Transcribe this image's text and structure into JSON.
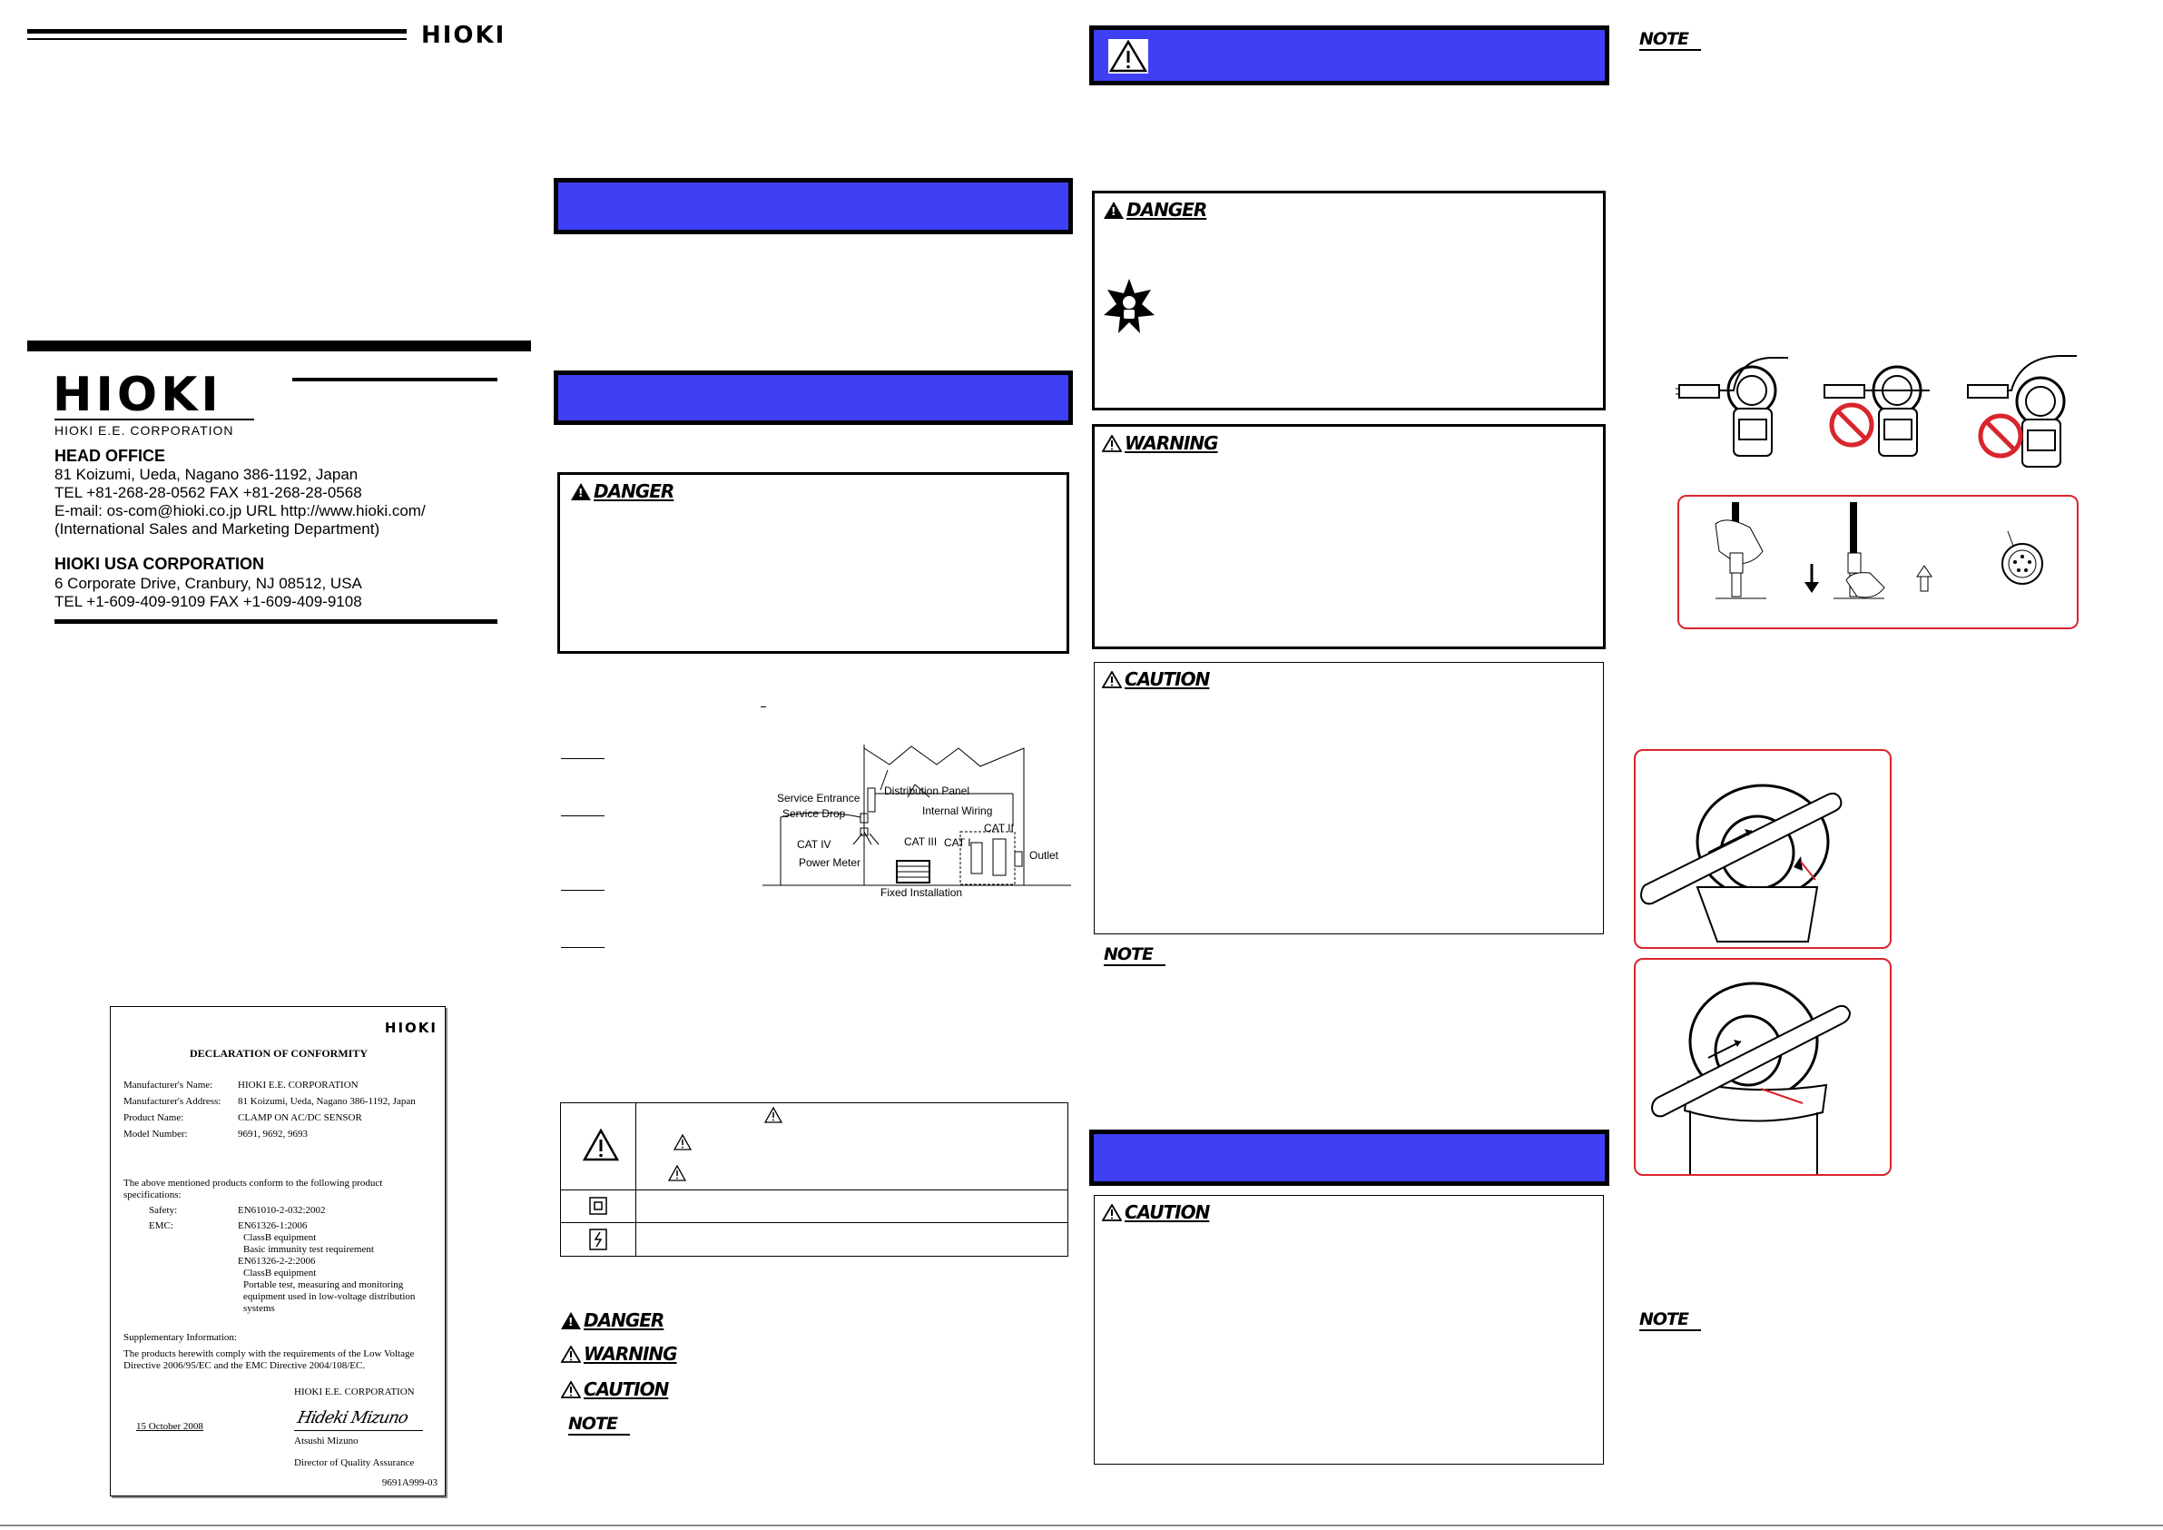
{
  "cover": {
    "logo_small": "HIOKI",
    "logo_large": "HIOKI",
    "corp_name": "HIOKI E.E. CORPORATION",
    "head_office_title": "HEAD OFFICE",
    "head_office_lines": [
      "81 Koizumi, Ueda, Nagano 386-1192, Japan",
      "TEL +81-268-28-0562   FAX +81-268-28-0568",
      "E-mail: os-com@hioki.co.jp   URL http://www.hioki.com/",
      "(International Sales and Marketing Department)"
    ],
    "usa_title": "HIOKI USA CORPORATION",
    "usa_lines": [
      "6 Corporate Drive, Cranbury, NJ 08512, USA",
      "TEL +1-609-409-9109   FAX +1-609-409-9108"
    ]
  },
  "declaration": {
    "logo": "HIOKI",
    "title": "DECLARATION OF CONFORMITY",
    "fields": [
      {
        "label": "Manufacturer's Name:",
        "value": "HIOKI E.E. CORPORATION"
      },
      {
        "label": "Manufacturer's Address:",
        "value": "81 Koizumi, Ueda, Nagano 386-1192, Japan"
      },
      {
        "label": "Product Name:",
        "value": "CLAMP ON AC/DC SENSOR"
      },
      {
        "label": "Model Number:",
        "value": "9691, 9692, 9693"
      }
    ],
    "conform_text": "The above mentioned products conform to the following product specifications:",
    "safety_label": "Safety:",
    "safety_value": "EN61010-2-032:2002",
    "emc_label": "EMC:",
    "emc_lines": [
      "EN61326-1:2006",
      "ClassB equipment",
      "Basic immunity test requirement",
      "EN61326-2-2:2006",
      "ClassB equipment",
      "Portable test, measuring and monitoring",
      "equipment used in low-voltage distribution",
      "systems"
    ],
    "supp_label": "Supplementary Information:",
    "supp_text": "The products herewith comply with the requirements of the Low Voltage Directive 2006/95/EC and the EMC Directive 2004/108/EC.",
    "signer_corp": "HIOKI E.E. CORPORATION",
    "date": "15 October 2008",
    "signature": "Hideki Mizuno",
    "signer_name": "Atsushi Mizuno",
    "signer_title": "Director of Quality Assurance",
    "doc_code": "9691A999-03"
  },
  "signal_words": {
    "danger": "DANGER",
    "warning": "WARNING",
    "caution": "CAUTION",
    "note": "NOTE"
  },
  "diagram": {
    "service_entrance": "Service Entrance",
    "service_drop": "Service Drop",
    "distribution_panel": "Distribution Panel",
    "internal_wiring": "Internal Wiring",
    "cat_ii": "CAT II",
    "cat_iii": "CAT III",
    "cat_i": "CAT I",
    "cat_iv": "CAT IV",
    "power_meter": "Power Meter",
    "outlet": "Outlet",
    "fixed_installation": "Fixed Installation"
  },
  "colors": {
    "header_blue": "#3f3ff5",
    "red_frame": "#d9252d"
  }
}
